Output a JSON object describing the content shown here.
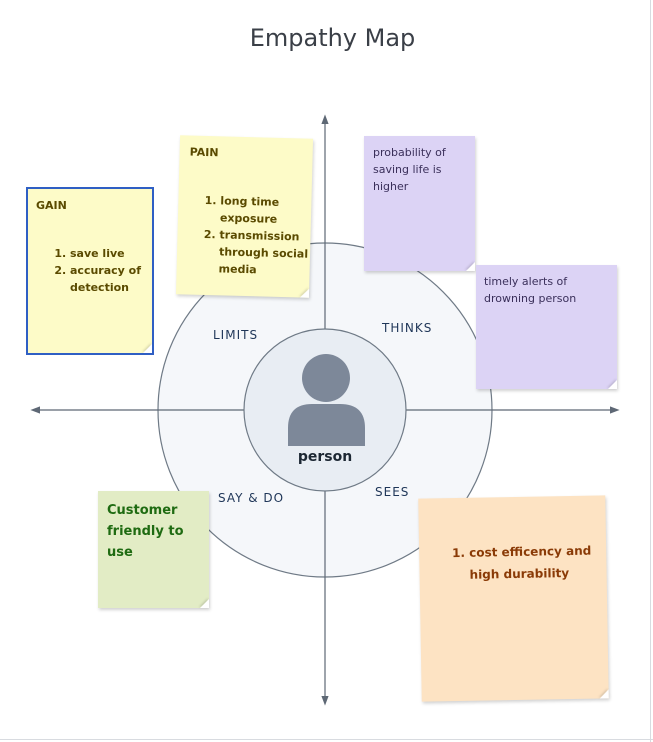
{
  "title": "Empathy Map",
  "center_label": "person",
  "quadrants": {
    "limits": "LIMITS",
    "thinks": "THINKS",
    "say_do": "SAY & DO",
    "sees": "SEES"
  },
  "notes": {
    "gain": {
      "heading": "GAIN",
      "items": [
        "save live",
        "accuracy of detection"
      ],
      "color": "#fdfbc8",
      "border": "#2f5fc4"
    },
    "pain": {
      "heading": "PAIN",
      "items": [
        "long time exposure",
        "transmission through social media"
      ],
      "color": "#fdfbc8"
    },
    "thinks_1": {
      "text": "probability of saving life is higher",
      "color": "#dcd3f5"
    },
    "thinks_2": {
      "text": "timely alerts of drowning person",
      "color": "#dcd3f5"
    },
    "say_do_1": {
      "text": "Customer friendly to use",
      "color": "#e2ecc5",
      "text_color": "#1f6b12"
    },
    "sees_1": {
      "items": [
        "cost efficency and high durability"
      ],
      "color": "#fde3c3",
      "text_color": "#8a3a06"
    }
  },
  "colors": {
    "axis": "#5e6875",
    "circle_fill": "#f5f7fa",
    "circle_stroke": "#6f7a86",
    "avatar": "#7d8899",
    "quad_label": "#1f3658"
  }
}
